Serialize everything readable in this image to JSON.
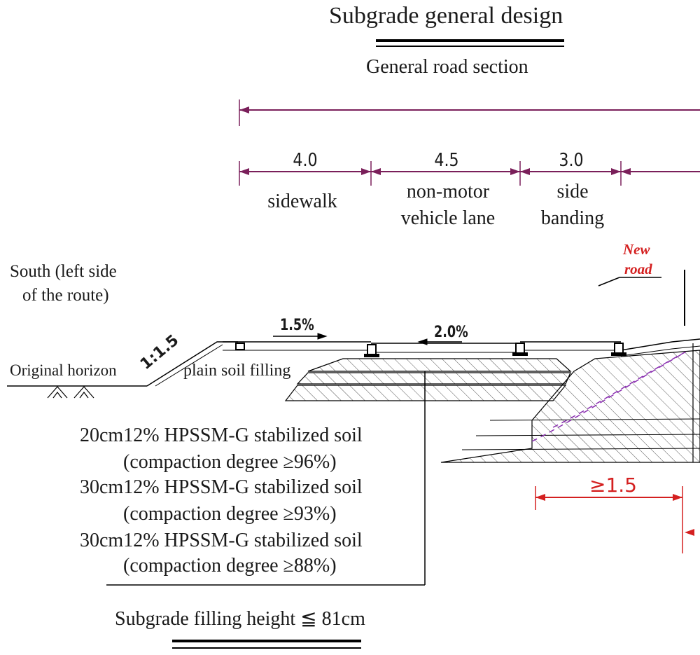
{
  "title": "Subgrade general design",
  "subtitle": "General road section",
  "dimensions": [
    {
      "value": "4.0",
      "label_lines": [
        "sidewalk"
      ]
    },
    {
      "value": "4.5",
      "label_lines": [
        "non-motor",
        "vehicle lane"
      ]
    },
    {
      "value": "3.0",
      "label_lines": [
        "side",
        "banding"
      ]
    }
  ],
  "new_road_lines": [
    "New",
    "road"
  ],
  "south_lines": [
    "South (left side",
    "of the route)"
  ],
  "slope_left": "1.5%",
  "slope_right": "2.0%",
  "side_slope": "1:1.5",
  "original_horizon": "Original horizon",
  "plain_soil": "plain soil filling",
  "layers": [
    {
      "spec": "20cm12% HPSSM-G stabilized soil",
      "compaction": "(compaction degree ≥96%)"
    },
    {
      "spec": "30cm12% HPSSM-G stabilized soil",
      "compaction": "(compaction degree ≥93%)"
    },
    {
      "spec": "30cm12% HPSSM-G stabilized soil",
      "compaction": "(compaction degree ≥88%)"
    }
  ],
  "step_width": "≥1.5",
  "filling_height": "Subgrade filling height ≦ 81cm",
  "colors": {
    "dimension_line": "#7a1f5a",
    "accent_red": "#d42020",
    "ink": "#1a1a1a"
  }
}
